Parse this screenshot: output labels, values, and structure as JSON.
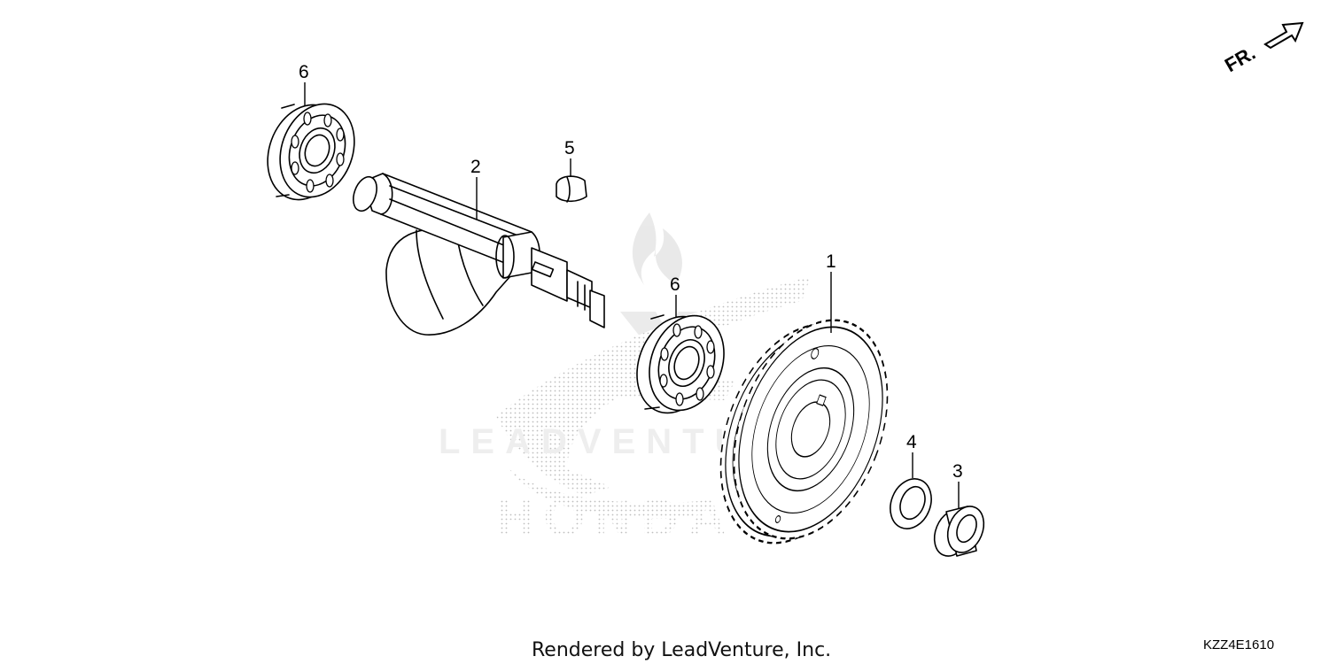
{
  "diagram": {
    "callouts": [
      {
        "id": "6a",
        "label": "6"
      },
      {
        "id": "2",
        "label": "2"
      },
      {
        "id": "5",
        "label": "5"
      },
      {
        "id": "6b",
        "label": "6"
      },
      {
        "id": "1",
        "label": "1"
      },
      {
        "id": "4",
        "label": "4"
      },
      {
        "id": "3",
        "label": "3"
      }
    ],
    "direction_label": "FR.",
    "watermark": {
      "brand": "HONDA",
      "site": "LEADVENTURE"
    },
    "footer": {
      "rendered_by": "Rendered by LeadVenture, Inc.",
      "diagram_code": "KZZ4E1610"
    }
  }
}
